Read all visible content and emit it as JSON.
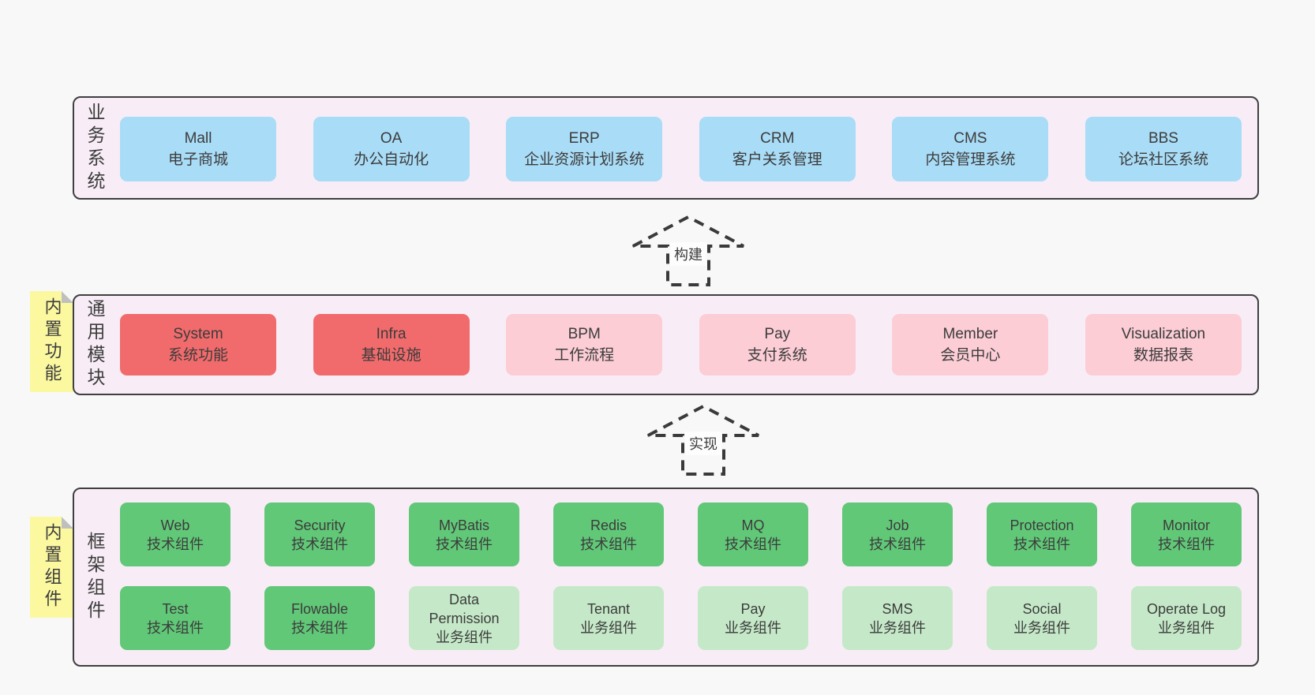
{
  "colors": {
    "page_bg": "#f8f8f8",
    "panel_bg": "#f8edf6",
    "panel_border": "#3f3f3f",
    "blue_box": "#a9dcf6",
    "red_box": "#f26b6c",
    "pink_box": "#fccdd5",
    "green_box": "#61c878",
    "green_light_box": "#c5e9c8",
    "tag_yellow": "#fbf8a0",
    "text": "#3c3c3c"
  },
  "arrows": [
    {
      "label": "构建"
    },
    {
      "label": "实现"
    }
  ],
  "sections": {
    "business": {
      "label": "业务系统",
      "boxes": [
        {
          "name": "Mall",
          "desc": "电子商城",
          "variant": "blue"
        },
        {
          "name": "OA",
          "desc": "办公自动化",
          "variant": "blue"
        },
        {
          "name": "ERP",
          "desc": "企业资源计划系统",
          "variant": "blue"
        },
        {
          "name": "CRM",
          "desc": "客户关系管理",
          "variant": "blue"
        },
        {
          "name": "CMS",
          "desc": "内容管理系统",
          "variant": "blue"
        },
        {
          "name": "BBS",
          "desc": "论坛社区系统",
          "variant": "blue"
        }
      ]
    },
    "modules": {
      "tag": "内置功能",
      "label": "通用模块",
      "boxes": [
        {
          "name": "System",
          "desc": "系统功能",
          "variant": "red"
        },
        {
          "name": "Infra",
          "desc": "基础设施",
          "variant": "red"
        },
        {
          "name": "BPM",
          "desc": "工作流程",
          "variant": "pink"
        },
        {
          "name": "Pay",
          "desc": "支付系统",
          "variant": "pink"
        },
        {
          "name": "Member",
          "desc": "会员中心",
          "variant": "pink"
        },
        {
          "name": "Visualization",
          "desc": "数据报表",
          "variant": "pink"
        }
      ]
    },
    "framework": {
      "tag": "内置组件",
      "label": "框架组件",
      "row1": [
        {
          "name": "Web",
          "desc": "技术组件",
          "variant": "green"
        },
        {
          "name": "Security",
          "desc": "技术组件",
          "variant": "green"
        },
        {
          "name": "MyBatis",
          "desc": "技术组件",
          "variant": "green"
        },
        {
          "name": "Redis",
          "desc": "技术组件",
          "variant": "green"
        },
        {
          "name": "MQ",
          "desc": "技术组件",
          "variant": "green"
        },
        {
          "name": "Job",
          "desc": "技术组件",
          "variant": "green"
        },
        {
          "name": "Protection",
          "desc": "技术组件",
          "variant": "green"
        },
        {
          "name": "Monitor",
          "desc": "技术组件",
          "variant": "green"
        }
      ],
      "row2": [
        {
          "name": "Test",
          "desc": "技术组件",
          "variant": "green"
        },
        {
          "name": "Flowable",
          "desc": "技术组件",
          "variant": "green"
        },
        {
          "name": "Data Permission",
          "desc": "业务组件",
          "variant": "green-light"
        },
        {
          "name": "Tenant",
          "desc": "业务组件",
          "variant": "green-light"
        },
        {
          "name": "Pay",
          "desc": "业务组件",
          "variant": "green-light"
        },
        {
          "name": "SMS",
          "desc": "业务组件",
          "variant": "green-light"
        },
        {
          "name": "Social",
          "desc": "业务组件",
          "variant": "green-light"
        },
        {
          "name": "Operate Log",
          "desc": "业务组件",
          "variant": "green-light"
        }
      ]
    }
  }
}
